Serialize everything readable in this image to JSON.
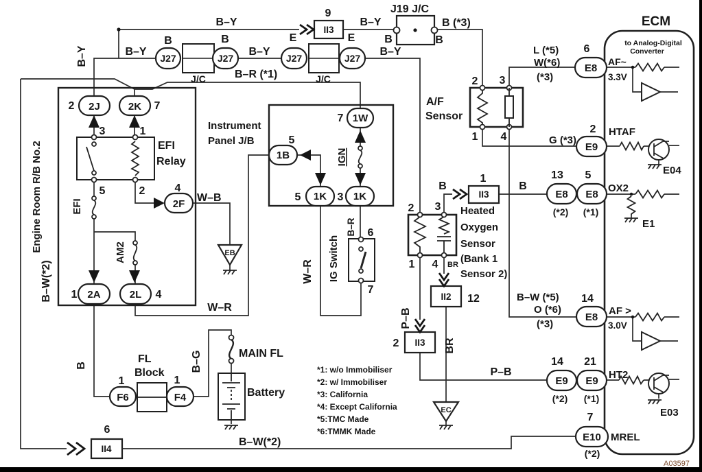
{
  "window": {
    "drawing_code": "A03597"
  },
  "legend": [
    "*1: w/o Immobiliser",
    "*2: w/ Immobiliser",
    "*3: California",
    "*4: Except California",
    "*5:TMC Made",
    "*6:TMMK Made"
  ],
  "boxes": {
    "engine_room": "Engine Room R/B No.2",
    "efi_relay_1": "EFI",
    "efi_relay_2": "Relay",
    "instrument_1": "Instrument",
    "instrument_2": "Panel J/B",
    "ig_switch": "IG Switch",
    "af_1": "A/F",
    "af_2": "Sensor",
    "ho2s": [
      "Heated",
      "Oxygen",
      "Sensor",
      "(Bank 1",
      "Sensor 2)"
    ],
    "fl_1": "FL",
    "fl_2": "Block",
    "battery": "Battery",
    "main_fl": "MAIN FL",
    "j19": "J19 J/C",
    "jc": "J/C",
    "ecm": "ECM",
    "adc_1": "to Analog-Digital",
    "adc_2": "Converter"
  },
  "connectors": {
    "j27": "J27",
    "c2j": "2J",
    "c2k": "2K",
    "c2f": "2F",
    "c2a": "2A",
    "c2l": "2L",
    "c1w": "1W",
    "c1b": "1B",
    "c1k": "1K",
    "f6": "F6",
    "f4": "F4",
    "e8": "E8",
    "e9": "E9",
    "e10": "E10",
    "ii2": "II2",
    "ii3": "II3",
    "ii4": "II4"
  },
  "pins": {
    "n1": "1",
    "n2": "2",
    "n3": "3",
    "n4": "4",
    "n5": "5",
    "n6": "6",
    "n7": "7",
    "n9": "9",
    "n12": "12",
    "n13": "13",
    "n14": "14",
    "n21": "21"
  },
  "wires": {
    "by": "B–Y",
    "b": "B",
    "e": "E",
    "b3": "B (*3)",
    "br1": "B–R (*1)",
    "bw2": "B–W(*2)",
    "wb": "W–B",
    "wr": "W–R",
    "br_wire": "B–R",
    "ign": "IGN",
    "efi": "EFI",
    "am2": "AM2",
    "bg": "B–G",
    "l5": "L (*5)",
    "w6": "W(*6)",
    "s3": "(*3)",
    "g3": "G (*3)",
    "s1": "(*1)",
    "s2": "(*2)",
    "bw5": "B–W (*5)",
    "o6": "O (*6)",
    "pb": "P–B",
    "brn": "BR"
  },
  "ecm_labels": {
    "af_sig": "AF~",
    "v33": "3.3V",
    "htaf": "HTAF",
    "e04": "E04",
    "ox2": "OX2",
    "e1": "E1",
    "af_out": "AF >",
    "v30": "3.0V",
    "ht2": "HT2",
    "e03": "E03",
    "mrel": "MREL"
  },
  "grounds": {
    "eb": "EB",
    "ec": "EC"
  }
}
